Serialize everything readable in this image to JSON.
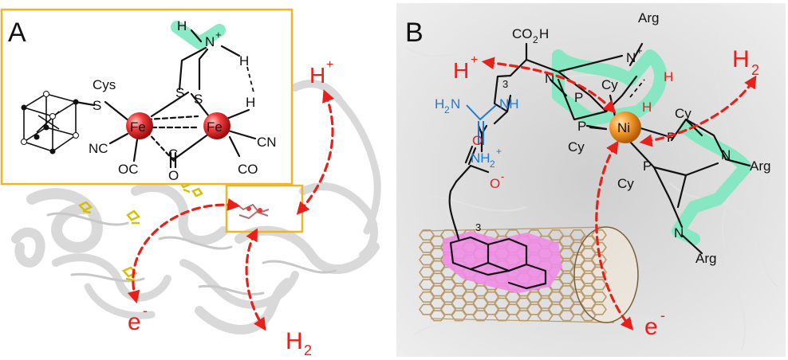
{
  "panelA": {
    "label": "A",
    "cys": "Cys",
    "s_left": "S",
    "fe1": "Fe",
    "fe2": "Fe",
    "s_top1": "S",
    "s_top2": "S",
    "h_top": "H",
    "n_plus": "N",
    "plus": "+",
    "h_n": "H",
    "h_fe": "H",
    "nc": "NC",
    "oc": "OC",
    "co_bridge": "C",
    "o_bridge": "O",
    "cn": "CN",
    "co": "CO",
    "h_plus": "H",
    "h_plus_sup": "+",
    "e_minus": "e",
    "e_minus_sup": "-",
    "h2": "H",
    "h2_sub": "2"
  },
  "panelB": {
    "label": "B",
    "co2h": "CO",
    "co2h_sub": "2",
    "co2h_h": "H",
    "arg_top": "Arg",
    "n_top": "N",
    "n_top_plus": "+",
    "h_plus": "H",
    "h_plus_sup": "+",
    "sub3_top": "3",
    "n_ring": "N",
    "p1": "P",
    "cy1": "Cy",
    "h_red1": "H",
    "h_red2": "H",
    "h2": "H",
    "h2_sub": "2",
    "guan_h2n": "H",
    "guan_h2n_sub": "2",
    "guan_h2n_n": "N",
    "guan_nh": "NH",
    "guan_nh2": "NH",
    "guan_nh2_sub": "2",
    "guan_nh2_sup": "+",
    "p2": "P",
    "ni": "Ni",
    "cy_left": "Cy",
    "cy_right_top": "Cy",
    "p3": "P",
    "n_right": "N",
    "arg_right": "Arg",
    "o_ester": "O",
    "o_minus": "O",
    "o_minus_sup": "-",
    "p4": "P",
    "cy_bottom": "Cy",
    "sub3_bottom": "3",
    "n_bottom": "N",
    "arg_bottom": "Arg",
    "e_minus": "e",
    "e_minus_sup": "-"
  },
  "colors": {
    "red": "#e8201a",
    "blue": "#1f7ad1",
    "green_highlight": "#7de8bf",
    "pink_highlight": "#f08de6",
    "orange_box": "#f0b429",
    "nickel": "#f39a2a",
    "iron": "#e83a3a"
  }
}
